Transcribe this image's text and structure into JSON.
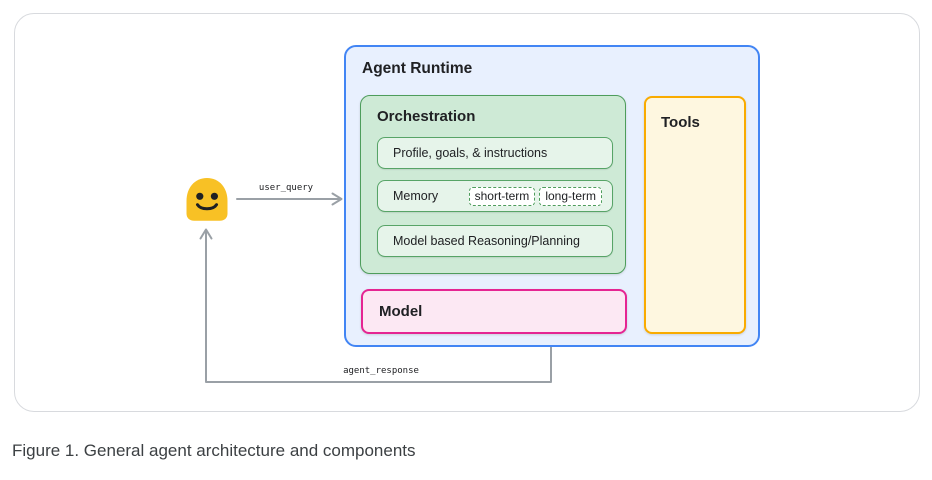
{
  "figure": {
    "caption": "Figure 1. General agent architecture and components"
  },
  "diagram": {
    "user": {
      "icon": "smiling-face-emoji"
    },
    "flows": {
      "user_query_label": "user_query",
      "agent_response_label": "agent_response"
    },
    "agent_runtime": {
      "title": "Agent Runtime"
    },
    "orchestration": {
      "title": "Orchestration",
      "items": [
        "Profile, goals, & instructions",
        "Memory",
        "Model based Reasoning/Planning"
      ],
      "memory_chips": [
        "short-term",
        "long-term"
      ]
    },
    "model": {
      "title": "Model"
    },
    "tools": {
      "title": "Tools"
    },
    "colors": {
      "runtime_border": "#4285f4",
      "runtime_fill": "#e8f0fe",
      "orchestration_border": "#4e9d5c",
      "orchestration_fill": "#ceead6",
      "orchestration_item_fill": "#e6f4ea",
      "tools_border": "#f9ab00",
      "tools_fill": "#fef7e0",
      "model_border": "#e52592",
      "model_fill": "#fce8f3",
      "arrow": "#9aa0a6",
      "emoji": "#f8c125"
    }
  }
}
